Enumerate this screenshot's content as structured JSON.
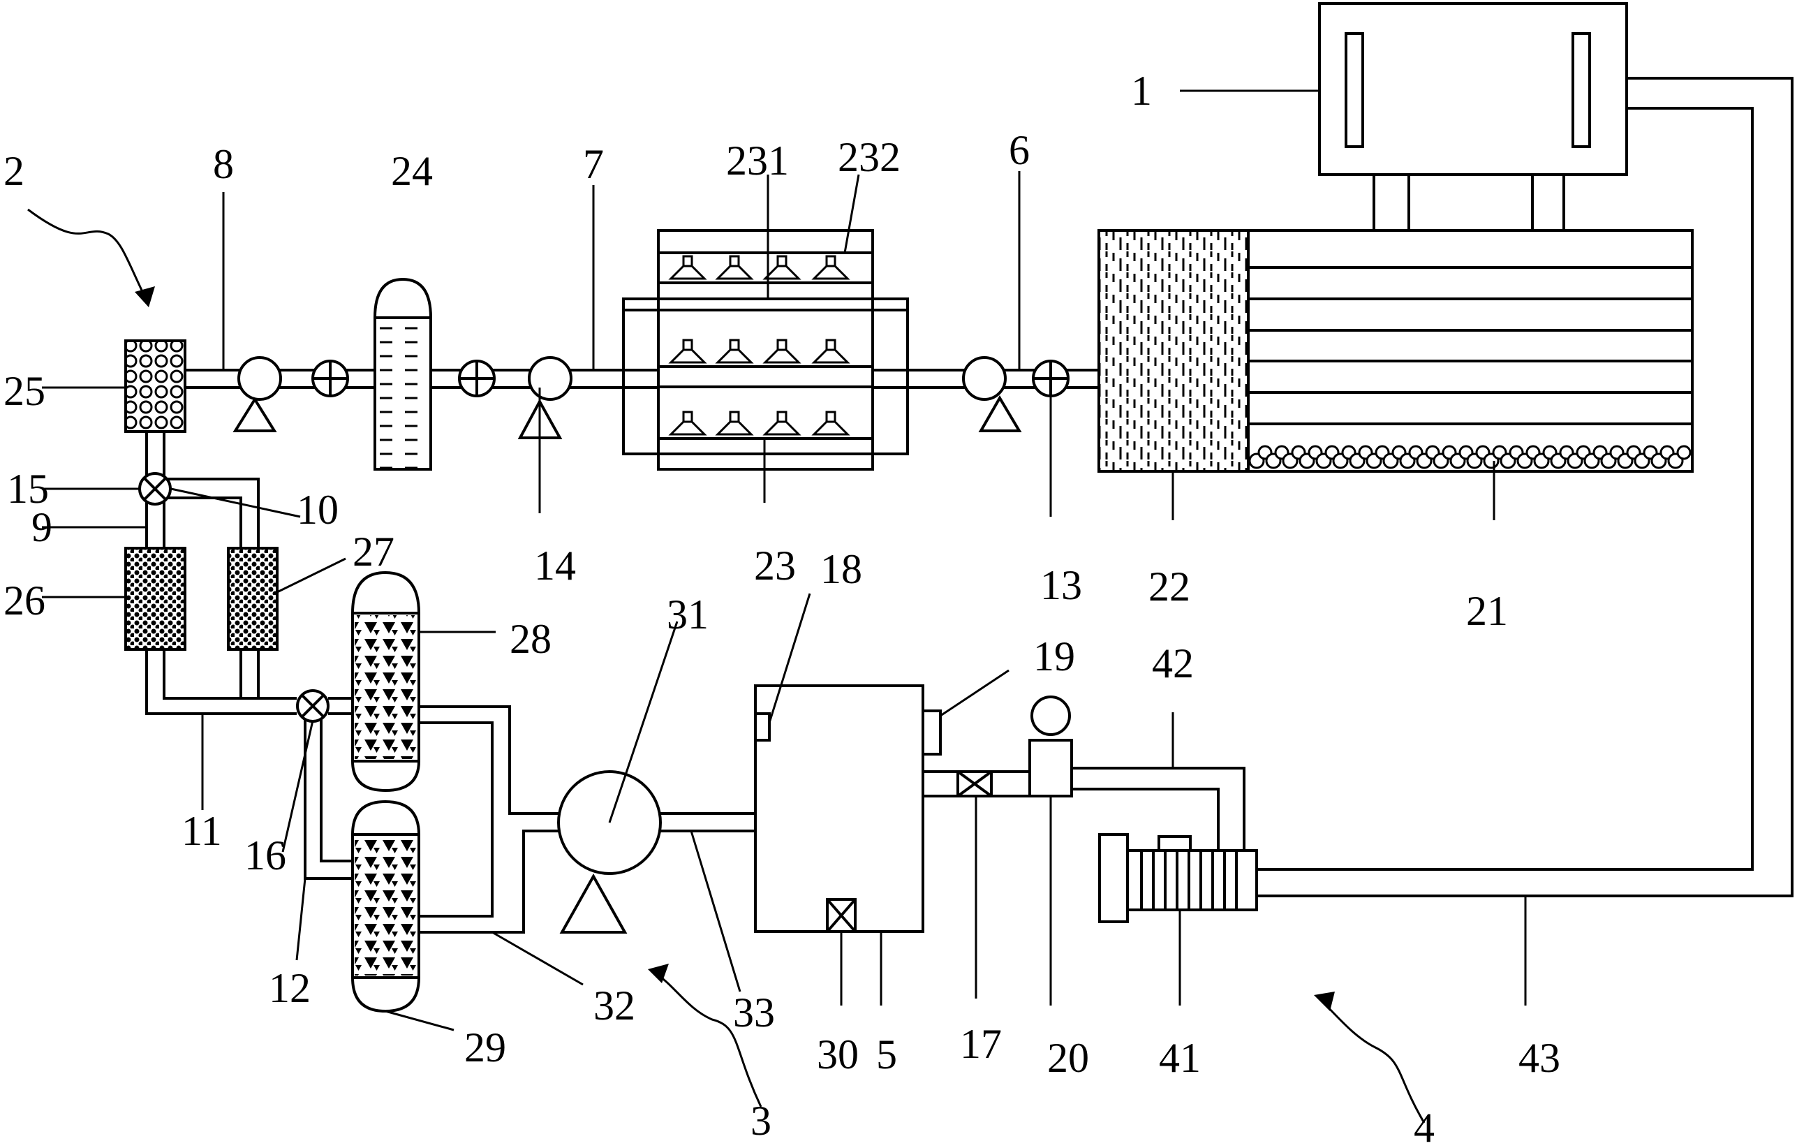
{
  "labels": {
    "l1": "1",
    "l2": "2",
    "l3": "3",
    "l4": "4",
    "l5": "5",
    "l6": "6",
    "l7": "7",
    "l8": "8",
    "l9": "9",
    "l10": "10",
    "l11": "11",
    "l12": "12",
    "l13": "13",
    "l14": "14",
    "l15": "15",
    "l16": "16",
    "l17": "17",
    "l18": "18",
    "l19": "19",
    "l20": "20",
    "l21": "21",
    "l22": "22",
    "l23": "23",
    "l231": "231",
    "l232": "232",
    "l24": "24",
    "l25": "25",
    "l26": "26",
    "l27": "27",
    "l28": "28",
    "l29": "29",
    "l30": "30",
    "l31": "31",
    "l32": "32",
    "l33": "33",
    "l41": "41",
    "l42": "42",
    "l43": "43"
  }
}
